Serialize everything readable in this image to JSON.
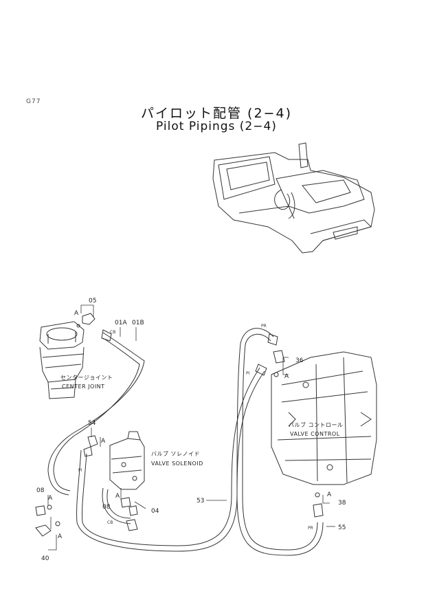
{
  "page_number": "G77",
  "title_jp": "パイロット配管 (2−4)",
  "title_en": "Pilot Pipings (2−4)",
  "component_labels": {
    "center_joint_jp": "センタージョイント",
    "center_joint_en": "CENTER JOINT",
    "valve_solenoid_jp": "バルブ ソレノイド",
    "valve_solenoid_en": "VALVE SOLENOID",
    "valve_control_jp": "バルブ コントロール",
    "valve_control_en": "VALVE CONTROL"
  },
  "part_callouts": {
    "p05": "05",
    "p01A": "01A",
    "p01B": "01B",
    "p54": "54",
    "p08_left": "08",
    "p40": "40",
    "p08_mid": "08",
    "p04": "04",
    "p53": "53",
    "p36": "36",
    "p38": "38",
    "p55": "55"
  },
  "detail_markers": {
    "a1": "A",
    "a2": "A",
    "a3": "A",
    "a4": "A",
    "a5": "A",
    "a6": "A",
    "a7": "A"
  },
  "port_marks": {
    "cb1": "CB",
    "cb2": "CB",
    "pi1": "PI",
    "pi2": "PI",
    "pr1": "PR",
    "pr2": "PR"
  }
}
